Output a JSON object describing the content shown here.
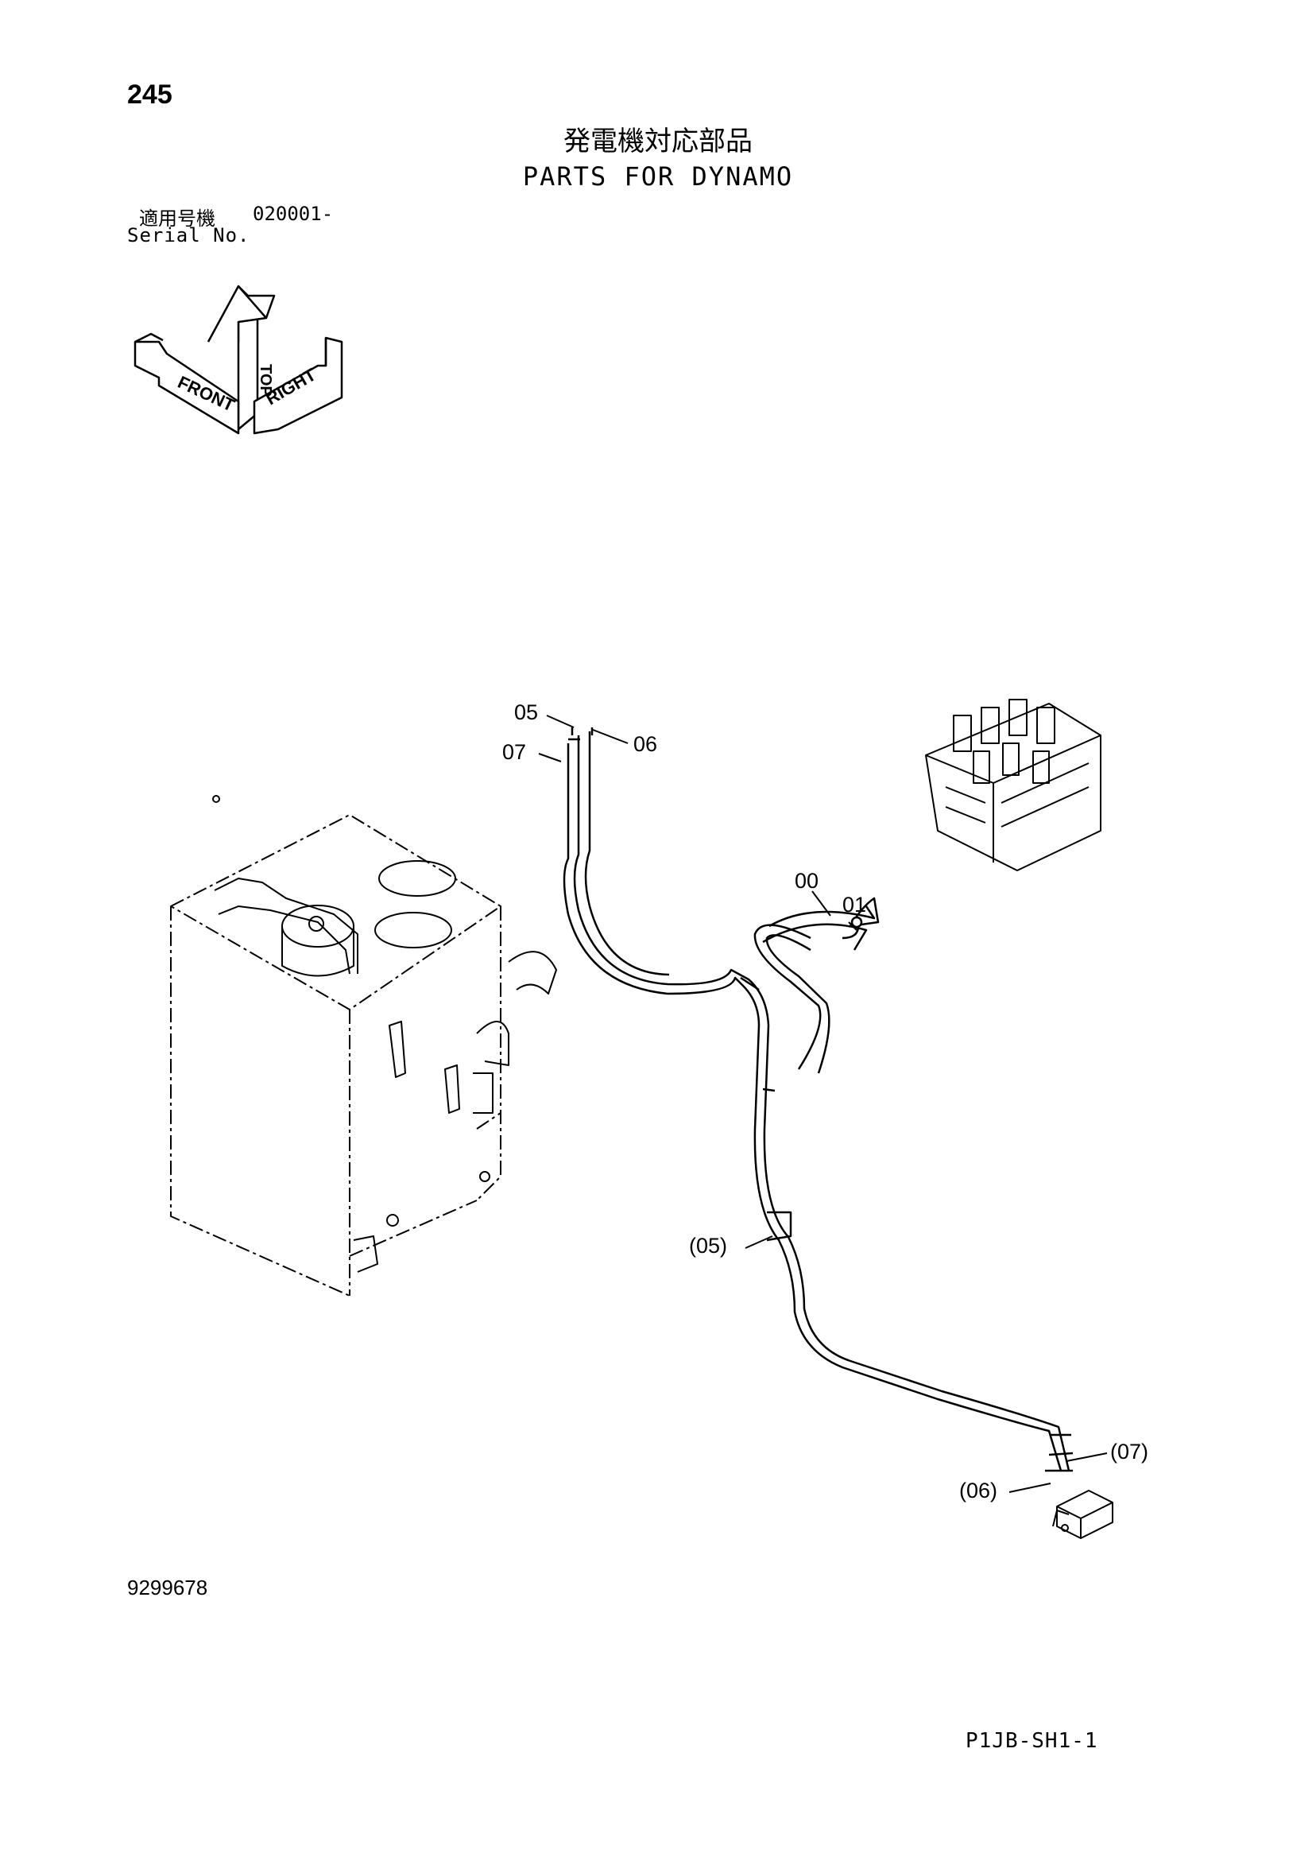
{
  "header": {
    "page_number": "245",
    "title_jp": "発電機対応部品",
    "title_en": "PARTS FOR DYNAMO",
    "serial_label_jp": "適用号機",
    "serial_value": "020001-",
    "serial_label_en": "Serial No."
  },
  "orientation": {
    "top": "TOP",
    "front": "FRONT",
    "right": "RIGHT"
  },
  "callouts": {
    "c05": "05",
    "c06": "06",
    "c07": "07",
    "c00": "00",
    "c01": "01",
    "c05_ref": "(05)",
    "c06_ref": "(06)",
    "c07_ref": "(07)"
  },
  "footer": {
    "doc_number": "9299678",
    "sheet_code": "P1JB-SH1-1"
  }
}
